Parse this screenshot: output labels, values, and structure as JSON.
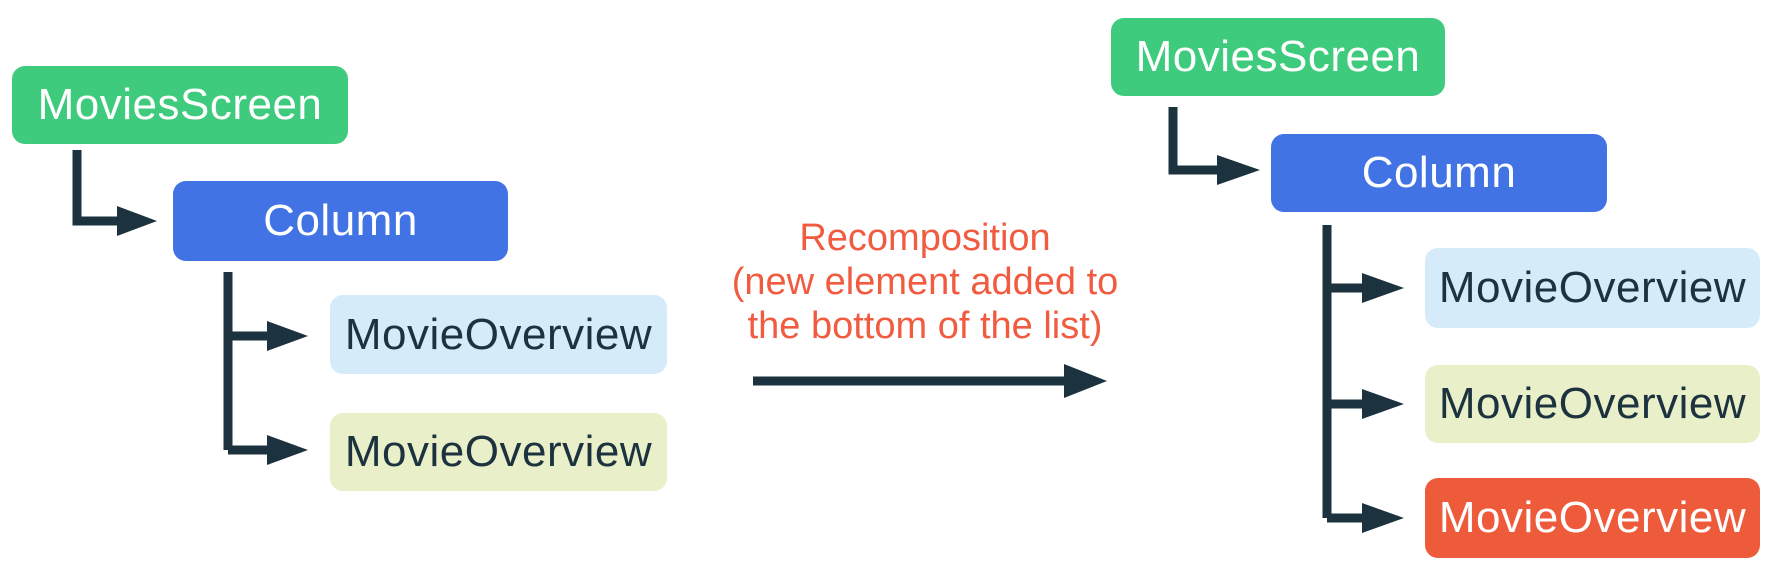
{
  "colors": {
    "green": "#3FCB7D",
    "blue": "#4273E4",
    "light_blue": "#D5EBFA",
    "pale_yellow": "#E9EFC8",
    "orange": "#EE5B3B",
    "navy": "#1C333F",
    "annotation_orange": "#F15B40",
    "white_text": "#FFFFFF"
  },
  "left_tree": {
    "nodes": [
      {
        "label": "MoviesScreen"
      },
      {
        "label": "Column"
      },
      {
        "label": "MovieOverview"
      },
      {
        "label": "MovieOverview"
      }
    ]
  },
  "right_tree": {
    "nodes": [
      {
        "label": "MoviesScreen"
      },
      {
        "label": "Column"
      },
      {
        "label": "MovieOverview"
      },
      {
        "label": "MovieOverview"
      },
      {
        "label": "MovieOverview"
      }
    ]
  },
  "annotation": {
    "line1": "Recomposition",
    "line2": "(new element added to",
    "line3": "the bottom of the list)"
  }
}
